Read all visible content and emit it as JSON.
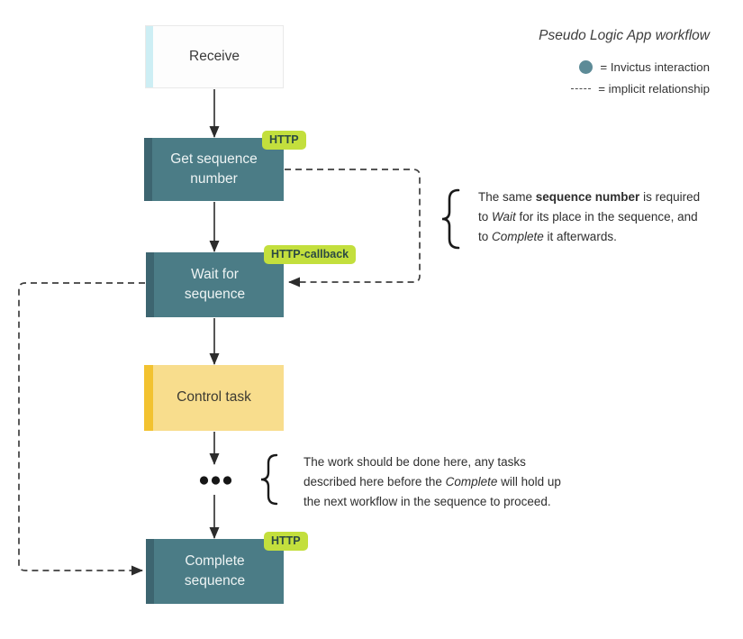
{
  "header": {
    "title": "Pseudo Logic App workflow",
    "legend": [
      {
        "icon": "teal-circle",
        "label": "= Invictus interaction"
      },
      {
        "icon": "dashed-line",
        "label": "= implicit relationship"
      }
    ]
  },
  "nodes": {
    "receive": {
      "label": "Receive"
    },
    "get_sequence": {
      "label": "Get sequence\nnumber",
      "badge": "HTTP"
    },
    "wait": {
      "label": "Wait for\nsequence",
      "badge": "HTTP-callback"
    },
    "control": {
      "label": "Control task"
    },
    "complete": {
      "label": "Complete\nsequence",
      "badge": "HTTP"
    }
  },
  "annotations": {
    "sequence_note": {
      "lines": [
        [
          "The same ",
          "sequence number",
          " is required"
        ],
        [
          "to ",
          "Wait",
          " for its place in the sequence, and"
        ],
        [
          "to ",
          "Complete",
          " it afterwards."
        ]
      ]
    },
    "work_note": {
      "lines": [
        [
          "The work should be done here, any tasks"
        ],
        [
          "described here before the ",
          "Complete",
          " will hold up"
        ],
        [
          "the next workflow in the sequence to proceed."
        ]
      ]
    }
  },
  "icons": {
    "ellipsis_dots": "• • •",
    "curly_brace": "{"
  },
  "colors": {
    "node_teal": "#4b7c86",
    "node_teal_strip": "#3d6570",
    "node_yellow": "#f8dd8d",
    "node_yellow_strip": "#f2c230",
    "receive_strip": "#cdeef4",
    "badge_bg": "#c3df3d",
    "badge_text": "#2c4a42",
    "legend_circle": "#5d8b97",
    "connector": "#2c2c2c"
  }
}
